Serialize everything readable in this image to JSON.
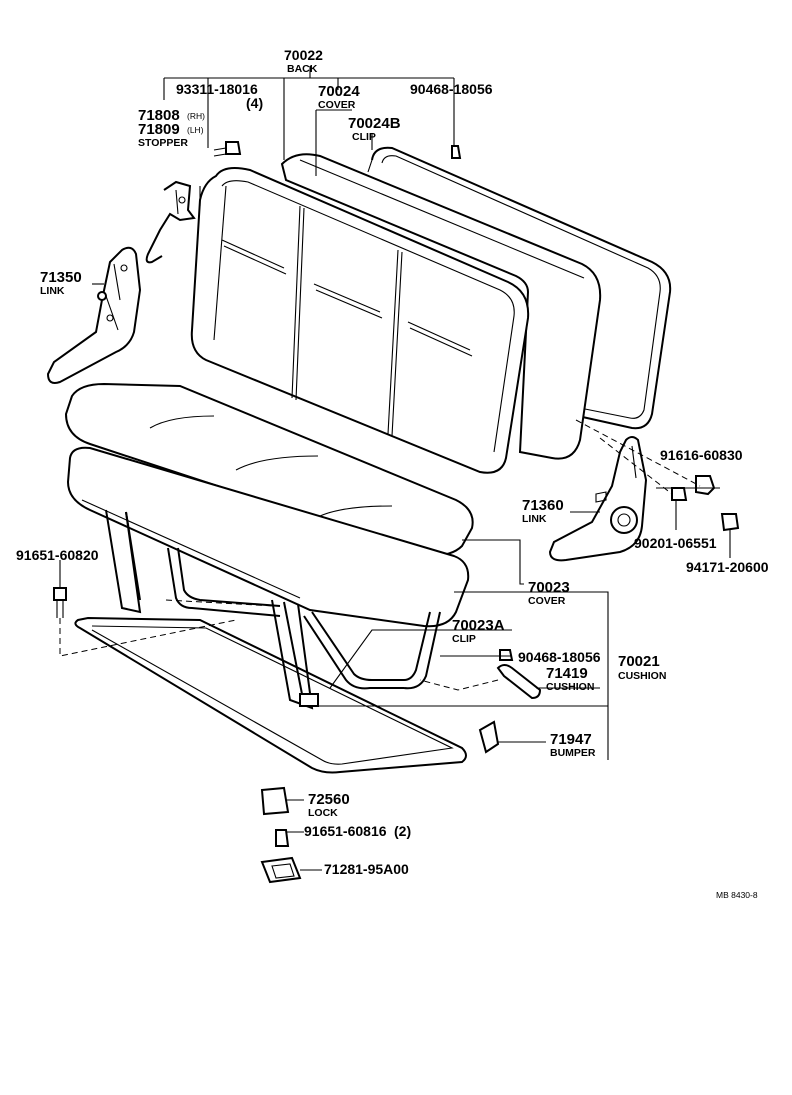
{
  "labels": {
    "back": {
      "number": "70022",
      "name": "BACK"
    },
    "back_screw": {
      "number": "93311-18016",
      "qty": "(4)"
    },
    "back_cover": {
      "number": "70024",
      "name": "COVER"
    },
    "back_top_part": {
      "number": "90468-18056"
    },
    "back_clip": {
      "number": "70024B",
      "name": "CLIP"
    },
    "stopper": {
      "number_rh": "71808",
      "side_rh": "(RH)",
      "number_lh": "71809",
      "side_lh": "(LH)",
      "name": "STOPPER"
    },
    "link_left": {
      "number": "71350",
      "name": "LINK"
    },
    "bolt_right": {
      "number": "91616-60830"
    },
    "link_right": {
      "number": "71360",
      "name": "LINK"
    },
    "nut_right": {
      "number": "90201-06551"
    },
    "cap_right": {
      "number": "94171-20600"
    },
    "bolt_left": {
      "number": "91651-60820"
    },
    "cushion_cover": {
      "number": "70023",
      "name": "COVER"
    },
    "cushion_clip": {
      "number": "70023A",
      "name": "CLIP"
    },
    "cushion_part": {
      "number": "90468-18056"
    },
    "cushion_assy": {
      "number": "70021",
      "name": "CUSHION"
    },
    "cushion_pad": {
      "number": "71419",
      "name": "CUSHION"
    },
    "bumper": {
      "number": "71947",
      "name": "BUMPER"
    },
    "lock": {
      "number": "72560",
      "name": "LOCK"
    },
    "lock_bolt": {
      "number": "91651-60816",
      "qty": "(2)"
    },
    "plate": {
      "number": "71281-95A00"
    }
  },
  "footer": {
    "code": "MB 8430-8"
  }
}
